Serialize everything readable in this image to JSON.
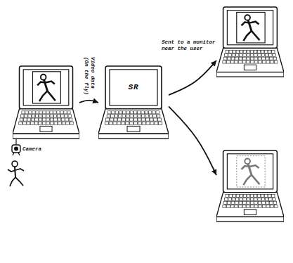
{
  "diagram": {
    "nodes": [
      {
        "text": []
      },
      {
        "text": [
          "SR"
        ]
      },
      {
        "text": []
      },
      {
        "text": []
      }
    ],
    "edges": [
      {
        "from": 0,
        "to": 1,
        "label": "Video data (On the fly)",
        "arrow": "to"
      },
      {
        "from": 1,
        "to": 2,
        "label": "Sent to a monitor near the user",
        "arrow": "to"
      },
      {
        "from": 1,
        "to": 3,
        "arrow": "to"
      }
    ],
    "labels": [
      "Camera"
    ]
  }
}
